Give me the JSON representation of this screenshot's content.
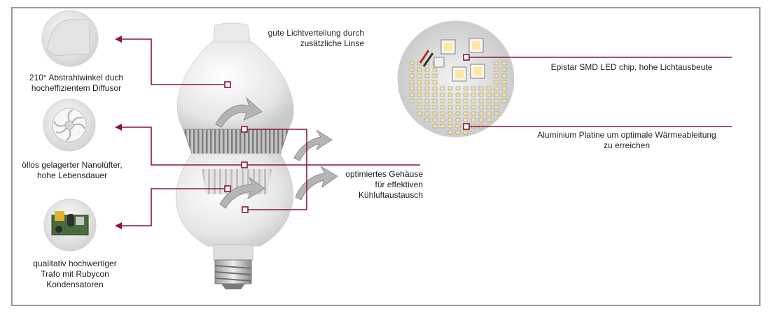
{
  "labels": {
    "diffusor": [
      "210° Abstrahlwinkel duch",
      "hocheffizientem Diffusor"
    ],
    "fan": [
      "öllos gelagerter Nanolüfter,",
      "hohe Lebensdauer"
    ],
    "trafo": [
      "qualitativ hochwertiger",
      "Trafo mit Rubycon",
      "Kondensatoren"
    ],
    "lens": [
      "gute Lichtverteilung durch",
      "zusätzliche Linse"
    ],
    "housing": [
      "optimiertes Gehäuse",
      "für effektiven",
      "Kühluftaustausch"
    ],
    "chip": [
      "Epistar SMD LED chip, hohe Lichtausbeute"
    ],
    "platine": [
      "Aluminium Platine um optimale Wärmeableitung",
      "zu erreichen"
    ]
  },
  "colors": {
    "accent": "#8a1538",
    "frame": "#9a9a9a",
    "bulb": "#ededed"
  }
}
